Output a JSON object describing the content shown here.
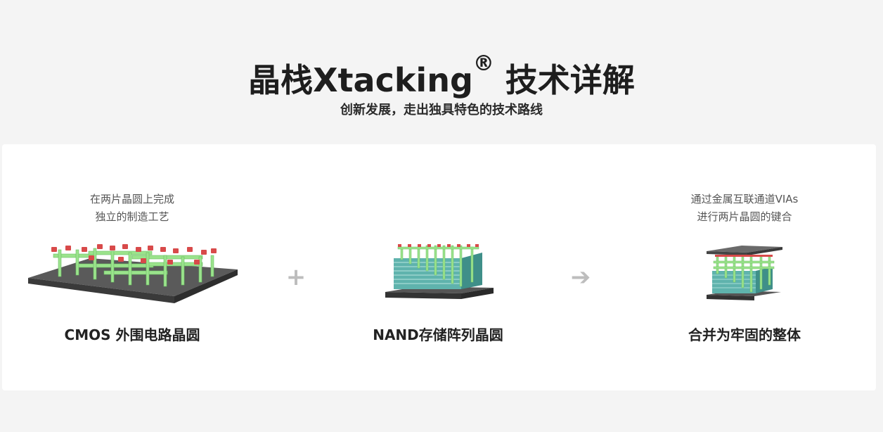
{
  "header": {
    "title": "晶栈Xtacking",
    "title_mark": "®",
    "title_suffix": " 技术详解",
    "subtitle": "创新发展，走出独具特色的技术路线"
  },
  "steps": [
    {
      "note_lines": [
        "在两片晶圆上完成",
        "独立的制造工艺"
      ],
      "label": "CMOS 外围电路晶圆",
      "image": "cmos-wafer-illustration"
    },
    {
      "note_lines": [],
      "label": "NAND存储阵列晶圆",
      "image": "nand-array-wafer-illustration"
    },
    {
      "note_lines": [
        "通过金属互联通道VIAs",
        "进行两片晶圆的键合"
      ],
      "label": "合并为牢固的整体",
      "image": "bonded-wafer-illustration"
    }
  ],
  "operators": {
    "plus": "+",
    "arrow": "➔"
  },
  "colors": {
    "background": "#f4f4f4",
    "card": "#ffffff",
    "operator": "#bdbdbd",
    "substrate": "#4a4a4a",
    "pillar_green": "#9be38c",
    "cap_red": "#d84a4a",
    "layer_teal": "#5fb3ad"
  }
}
